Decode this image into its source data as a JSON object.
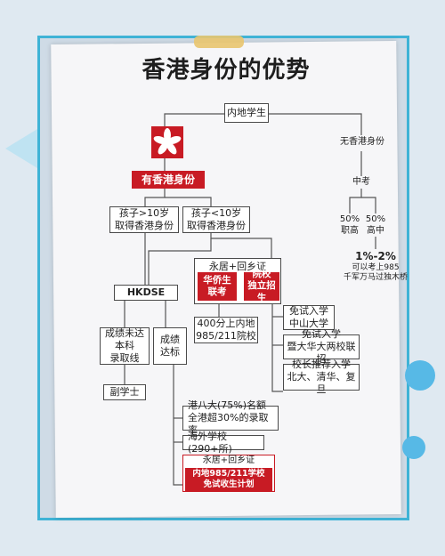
{
  "title": "香港身份的优势",
  "nodes": {
    "mainland": "内地学生",
    "has_hk": "有香港身份",
    "no_hk": "无香港身份",
    "age_gt10": "孩子>10岁\n取得香港身份",
    "age_lt10": "孩子<10岁\n取得香港身份",
    "hkdse": "HKDSE",
    "permit_top": "永居+回乡证",
    "overseas_chinese": "华侨生\n联考",
    "school_indep": "院校\n独立招生",
    "score400": "400分上内地\n985/211院校",
    "below_line": "成绩未达\n本科\n录取线",
    "meets": "成绩\n达标",
    "associate": "副学士",
    "exam_free_zs": "免试入学\n中山大学",
    "exam_free_jn": "免试入学\n暨大华大两校联招",
    "principal": "校长推荐入学\n北大、清华、复旦",
    "top8": "港八大(75%)名额\n全港超30%的录取率",
    "overseas": "海外学校(290+所)",
    "permit_bottom": "永居+回乡证",
    "plan": "内地985/211学校\n免试收生计划",
    "zhongkao": "中考",
    "vocational": "50%\n职高",
    "highschool": "50%\n高中",
    "rate": "1%-2%",
    "rate_note": "可以考上985\n千军万马过独木桥"
  },
  "colors": {
    "accent_red": "#c81b24",
    "frame_blue": "#3fb3d6"
  },
  "icons": {
    "emblem": "hk-bauhinia-icon"
  }
}
